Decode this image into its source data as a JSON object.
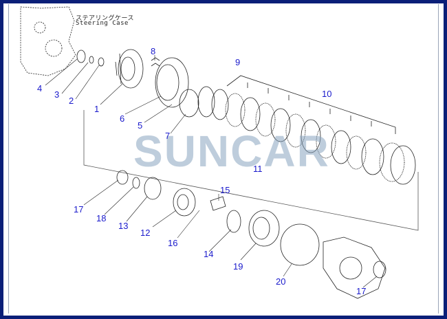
{
  "title": {
    "japanese": "ステアリングケース",
    "english": "Steering Case"
  },
  "watermark": "SUNCAR",
  "callouts": [
    {
      "id": "c1",
      "label": "1"
    },
    {
      "id": "c2",
      "label": "2"
    },
    {
      "id": "c3",
      "label": "3"
    },
    {
      "id": "c4",
      "label": "4"
    },
    {
      "id": "c5",
      "label": "5"
    },
    {
      "id": "c6",
      "label": "6"
    },
    {
      "id": "c7",
      "label": "7"
    },
    {
      "id": "c8",
      "label": "8"
    },
    {
      "id": "c9",
      "label": "9"
    },
    {
      "id": "c10",
      "label": "10"
    },
    {
      "id": "c11",
      "label": "11"
    },
    {
      "id": "c12",
      "label": "12"
    },
    {
      "id": "c13",
      "label": "13"
    },
    {
      "id": "c14",
      "label": "14"
    },
    {
      "id": "c15",
      "label": "15"
    },
    {
      "id": "c16",
      "label": "16"
    },
    {
      "id": "c17a",
      "label": "17"
    },
    {
      "id": "c18",
      "label": "18"
    },
    {
      "id": "c19",
      "label": "19"
    },
    {
      "id": "c20",
      "label": "20"
    },
    {
      "id": "c17b",
      "label": "17"
    }
  ]
}
